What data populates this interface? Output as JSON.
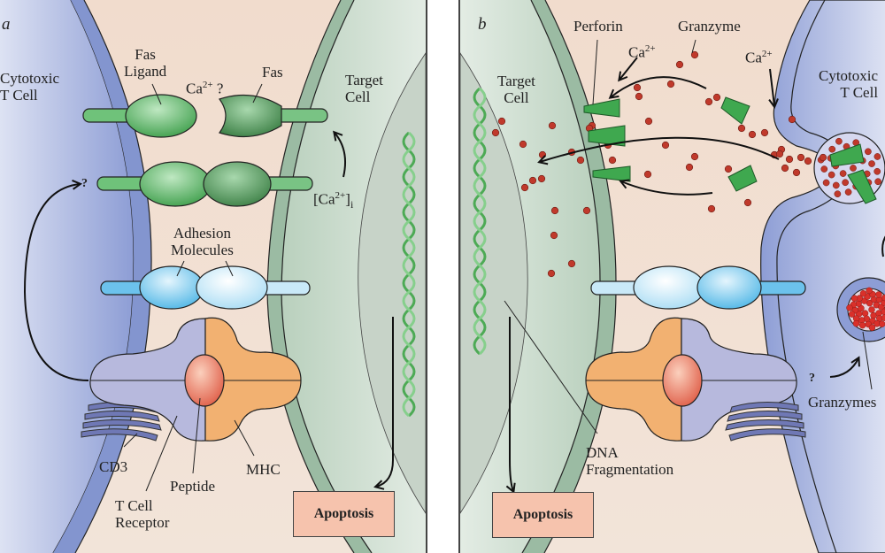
{
  "figure": {
    "panels": [
      {
        "id": "a",
        "letter": "a",
        "left_cell": "Cytotoxic\nT Cell",
        "right_cell": "Target\nCell",
        "labels": {
          "fas_ligand": "Fas\nLigand",
          "fas": "Fas",
          "ca_question": "Ca",
          "ca_question_sup": "2+",
          "ca_question_suffix": " ?",
          "question_mark": "?",
          "ca_internal_open": "[Ca",
          "ca_internal_sup": "2+",
          "ca_internal_close": "]",
          "ca_internal_sub": "i",
          "adhesion_molecules": "Adhesion\nMolecules",
          "cd3": "CD3",
          "t_cell_receptor": "T Cell\nReceptor",
          "peptide": "Peptide",
          "mhc": "MHC",
          "apoptosis": "Apoptosis"
        }
      },
      {
        "id": "b",
        "letter": "b",
        "left_cell": "Target\nCell",
        "right_cell": "Cytotoxic\nT Cell",
        "labels": {
          "perforin": "Perforin",
          "granzyme": "Granzyme",
          "ca_left": "Ca",
          "ca_left_sup": "2+",
          "ca_right": "Ca",
          "ca_right_sup": "2+",
          "question_mark": "?",
          "granzymes": "Granzymes",
          "dna_fragmentation": "DNA\nFragmentation",
          "apoptosis": "Apoptosis"
        }
      }
    ],
    "colors": {
      "t_cell": "#8f9fd6",
      "t_cell_membrane": "#7d8fcc",
      "target_cell": "#b7cdbb",
      "target_membrane": "#93b39c",
      "nucleus": "#c4cfc5",
      "extracellular": "#f0ddd0",
      "fas": "#5fbf6a",
      "adhesion": "#8fd0f0",
      "tcr": "#b4b6dc",
      "mhc": "#f3b474",
      "peptide": "#e8826a",
      "granzyme_dot": "#c0392b",
      "perforin": "#3fa84f",
      "apoptosis_box": "#f6c3ad"
    }
  }
}
